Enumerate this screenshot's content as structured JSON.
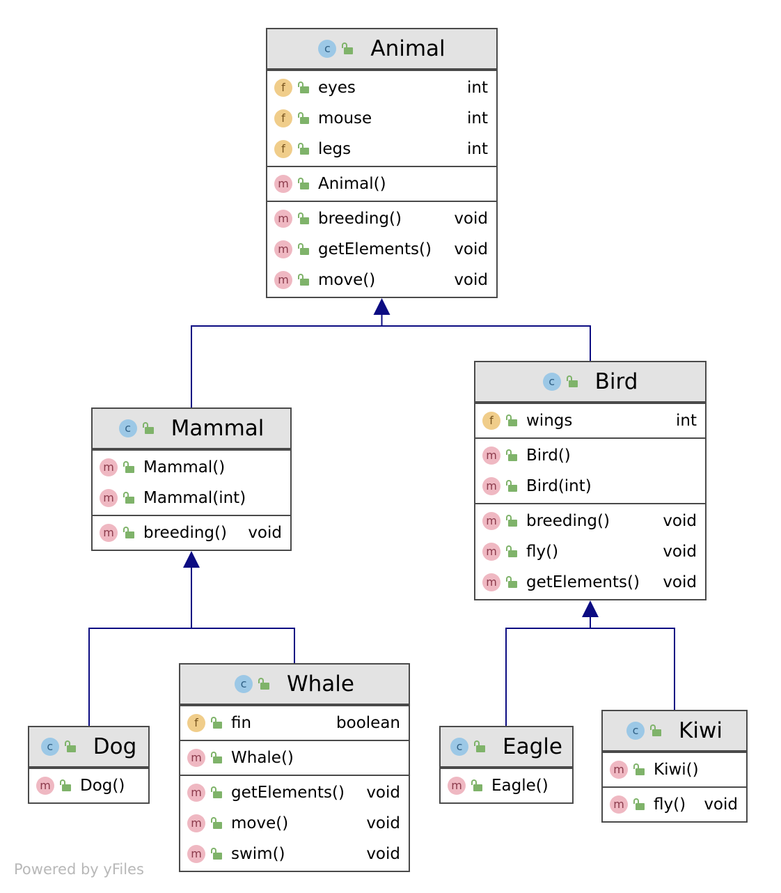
{
  "classes": [
    {
      "id": "animal",
      "name": "Animal",
      "icon": "class-icon",
      "sections": [
        [
          {
            "kind": "f",
            "name": "eyes",
            "type": "int"
          },
          {
            "kind": "f",
            "name": "mouse",
            "type": "int"
          },
          {
            "kind": "f",
            "name": "legs",
            "type": "int"
          }
        ],
        [
          {
            "kind": "m",
            "name": "Animal()",
            "type": ""
          }
        ],
        [
          {
            "kind": "m",
            "name": "breeding()",
            "type": "void"
          },
          {
            "kind": "m",
            "name": "getElements()",
            "type": "void"
          },
          {
            "kind": "m",
            "name": "move()",
            "type": "void"
          }
        ]
      ]
    },
    {
      "id": "mammal",
      "name": "Mammal",
      "icon": "class-icon",
      "sections": [
        [
          {
            "kind": "m",
            "name": "Mammal()",
            "type": ""
          },
          {
            "kind": "m",
            "name": "Mammal(int)",
            "type": ""
          }
        ],
        [
          {
            "kind": "m",
            "name": "breeding()",
            "type": "void"
          }
        ]
      ]
    },
    {
      "id": "bird",
      "name": "Bird",
      "icon": "class-icon",
      "sections": [
        [
          {
            "kind": "f",
            "name": "wings",
            "type": "int"
          }
        ],
        [
          {
            "kind": "m",
            "name": "Bird()",
            "type": ""
          },
          {
            "kind": "m",
            "name": "Bird(int)",
            "type": ""
          }
        ],
        [
          {
            "kind": "m",
            "name": "breeding()",
            "type": "void"
          },
          {
            "kind": "m",
            "name": "fly()",
            "type": "void"
          },
          {
            "kind": "m",
            "name": "getElements()",
            "type": "void"
          }
        ]
      ]
    },
    {
      "id": "dog",
      "name": "Dog",
      "icon": "class-icon",
      "sections": [
        [
          {
            "kind": "m",
            "name": "Dog()",
            "type": ""
          }
        ]
      ]
    },
    {
      "id": "whale",
      "name": "Whale",
      "icon": "class-icon",
      "sections": [
        [
          {
            "kind": "f",
            "name": "fin",
            "type": "boolean"
          }
        ],
        [
          {
            "kind": "m",
            "name": "Whale()",
            "type": ""
          }
        ],
        [
          {
            "kind": "m",
            "name": "getElements()",
            "type": "void"
          },
          {
            "kind": "m",
            "name": "move()",
            "type": "void"
          },
          {
            "kind": "m",
            "name": "swim()",
            "type": "void"
          }
        ]
      ]
    },
    {
      "id": "eagle",
      "name": "Eagle",
      "icon": "class-icon",
      "sections": [
        [
          {
            "kind": "m",
            "name": "Eagle()",
            "type": ""
          }
        ]
      ]
    },
    {
      "id": "kiwi",
      "name": "Kiwi",
      "icon": "class-icon",
      "sections": [
        [
          {
            "kind": "m",
            "name": "Kiwi()",
            "type": ""
          }
        ],
        [
          {
            "kind": "m",
            "name": "fly()",
            "type": "void"
          }
        ]
      ]
    }
  ],
  "inheritance": [
    {
      "child": "mammal",
      "parent": "animal"
    },
    {
      "child": "bird",
      "parent": "animal"
    },
    {
      "child": "dog",
      "parent": "mammal"
    },
    {
      "child": "whale",
      "parent": "mammal"
    },
    {
      "child": "eagle",
      "parent": "bird"
    },
    {
      "child": "kiwi",
      "parent": "bird"
    }
  ],
  "badge_letters": {
    "c": "c",
    "f": "f",
    "m": "m"
  },
  "colors": {
    "edge": "#0c0c82",
    "border": "#4a4a4a",
    "header": "#e3e3e3"
  },
  "footer": "Powered by yFiles"
}
